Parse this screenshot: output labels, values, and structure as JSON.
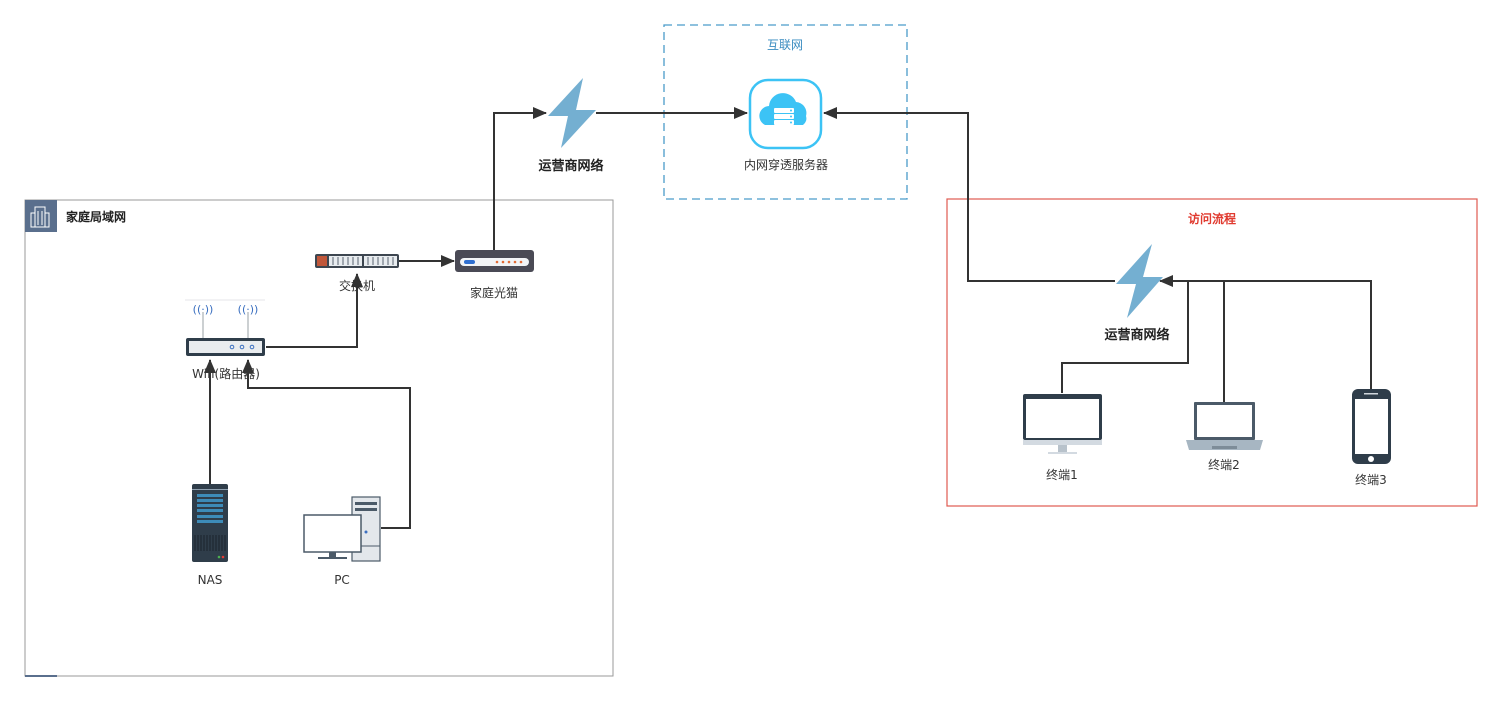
{
  "groups": {
    "home_lan": {
      "title": "家庭局域网",
      "icon": "building-icon",
      "border_color": "#999999",
      "header_color": "#5a6f8d"
    },
    "internet": {
      "title": "互联网",
      "border_color": "#4a9cc9",
      "title_color": "#3a8cc0"
    },
    "access_flow": {
      "title": "访问流程",
      "border_color": "#e05a50",
      "title_color": "#e03a2f"
    }
  },
  "nodes": {
    "switch": {
      "label": "交换机",
      "icon": "network-switch-icon"
    },
    "optical_modem": {
      "label": "家庭光猫",
      "icon": "modem-icon"
    },
    "wifi_router": {
      "label": "Wifi(路由器)",
      "icon": "wifi-router-icon"
    },
    "nas": {
      "label": "NAS",
      "icon": "server-rack-icon"
    },
    "pc": {
      "label": "PC",
      "icon": "desktop-pc-icon"
    },
    "isp_top": {
      "label": "运营商网络",
      "icon": "lightning-icon"
    },
    "tunnel_server": {
      "label": "内网穿透服务器",
      "icon": "cloud-server-icon"
    },
    "isp_right": {
      "label": "运营商网络",
      "icon": "lightning-icon"
    },
    "terminal1": {
      "label": "终端1",
      "icon": "monitor-icon"
    },
    "terminal2": {
      "label": "终端2",
      "icon": "laptop-icon"
    },
    "terminal3": {
      "label": "终端3",
      "icon": "smartphone-icon"
    }
  },
  "edges": [
    {
      "from": "nas",
      "to": "wifi_router"
    },
    {
      "from": "pc",
      "to": "wifi_router"
    },
    {
      "from": "wifi_router",
      "to": "switch"
    },
    {
      "from": "switch",
      "to": "optical_modem"
    },
    {
      "from": "optical_modem",
      "to": "isp_top"
    },
    {
      "from": "isp_top",
      "to": "tunnel_server"
    },
    {
      "from": "isp_right",
      "to": "tunnel_server"
    },
    {
      "from": "terminal1",
      "to": "isp_right"
    },
    {
      "from": "terminal2",
      "to": "isp_right"
    },
    {
      "from": "terminal3",
      "to": "isp_right"
    }
  ],
  "colors": {
    "edge": "#333333",
    "lightning": "#74afd1",
    "cloud": "#3cc3f5",
    "device_dark": "#2f3d4a"
  }
}
